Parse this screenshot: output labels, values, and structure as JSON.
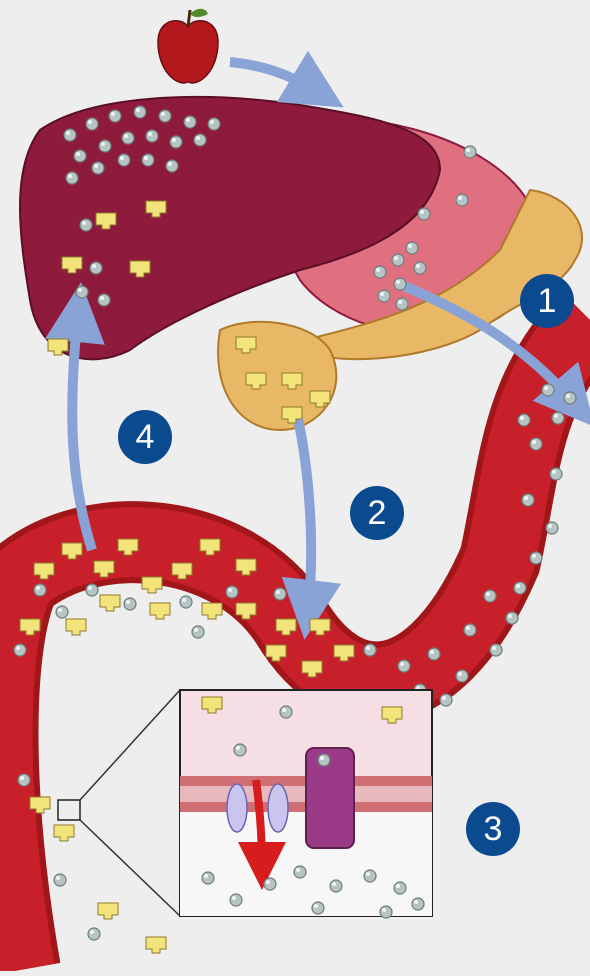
{
  "steps": [
    {
      "number": "1"
    },
    {
      "number": "2"
    },
    {
      "number": "3"
    },
    {
      "number": "4"
    }
  ],
  "colors": {
    "background": "#eeeeef",
    "liver": "#8e1b3c",
    "stomach": "#e07080",
    "pancreas": "#e9b866",
    "blood_vessel": "#c8202a",
    "glucose": "#b7c4c4",
    "insulin": "#f2e37a",
    "arrow": "#8aa3d6",
    "badge": "#0b4a8f",
    "receptor": "#9b3a86",
    "membrane": "#cf6f73",
    "channel": "#c9c5ee",
    "flow_arrow": "#d61c1c"
  },
  "icons": [
    "apple-icon",
    "glucose-molecule-icon",
    "insulin-molecule-icon",
    "insulin-receptor-icon",
    "glucose-transporter-icon"
  ]
}
